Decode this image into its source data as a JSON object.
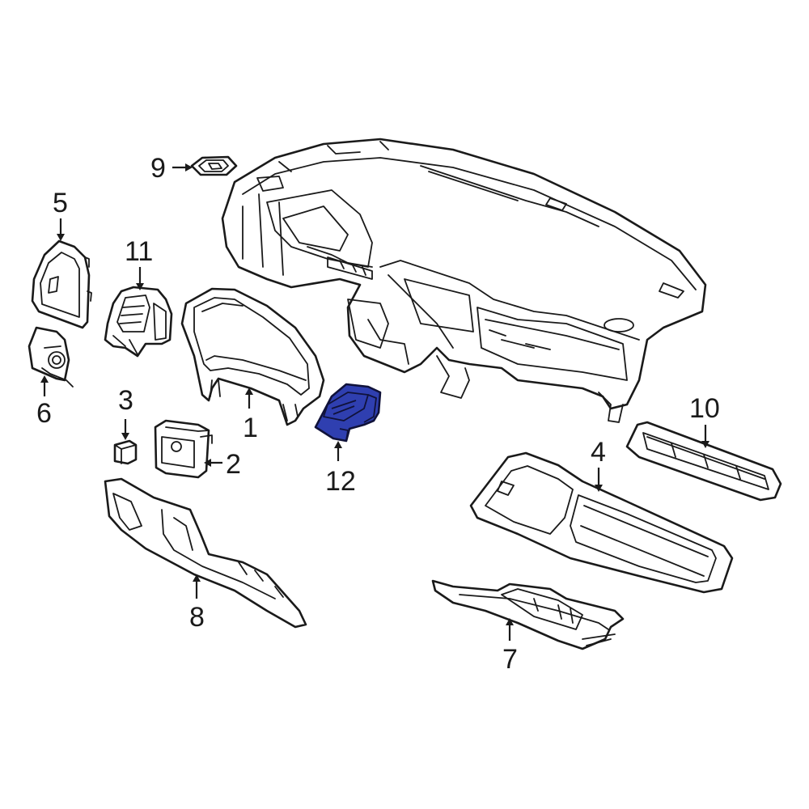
{
  "diagram": {
    "highlight_color": "#2f3fb0",
    "highlighted_part": "12",
    "callouts": [
      {
        "id": "c1",
        "label": "1"
      },
      {
        "id": "c2",
        "label": "2"
      },
      {
        "id": "c3",
        "label": "3"
      },
      {
        "id": "c4",
        "label": "4"
      },
      {
        "id": "c5",
        "label": "5"
      },
      {
        "id": "c6",
        "label": "6"
      },
      {
        "id": "c7",
        "label": "7"
      },
      {
        "id": "c8",
        "label": "8"
      },
      {
        "id": "c9",
        "label": "9"
      },
      {
        "id": "c10",
        "label": "10"
      },
      {
        "id": "c11",
        "label": "11"
      },
      {
        "id": "c12",
        "label": "12"
      }
    ]
  }
}
